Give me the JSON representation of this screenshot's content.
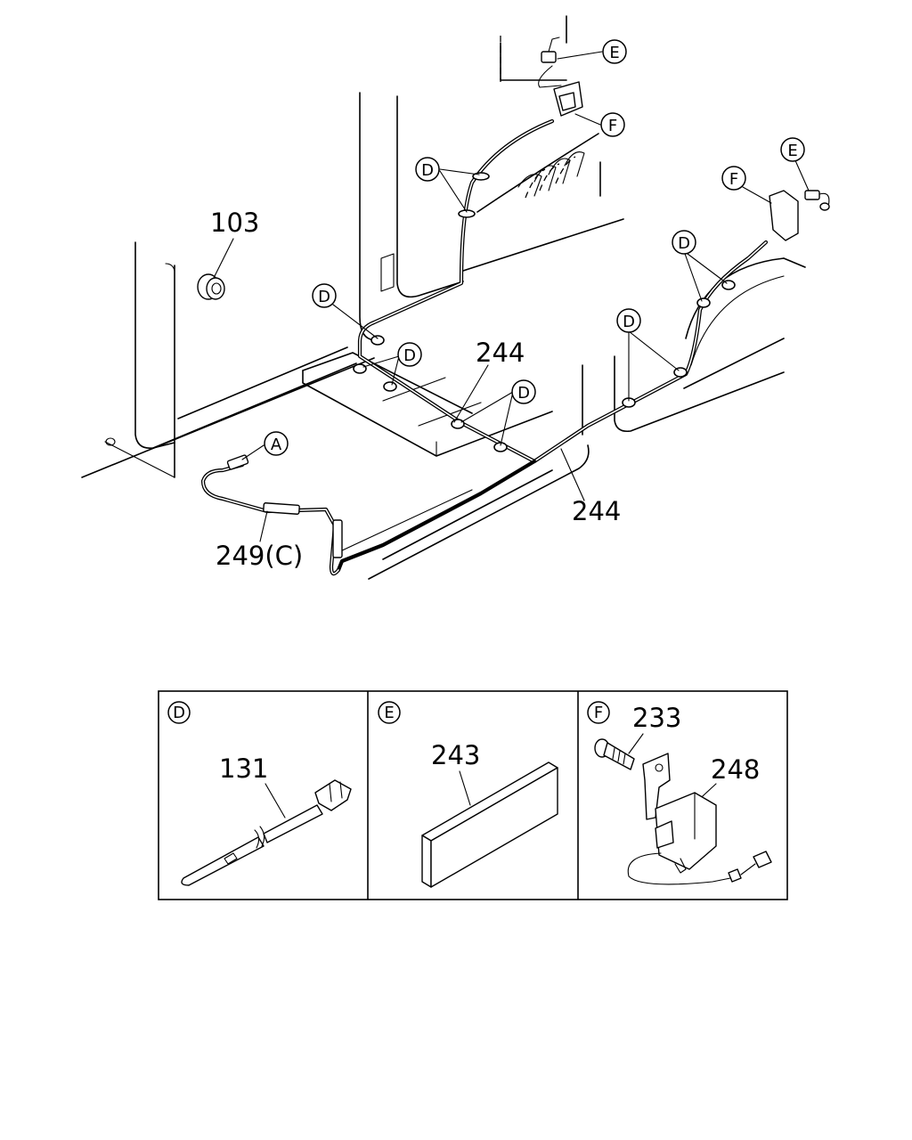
{
  "callouts": {
    "grommet": "103",
    "hose_upper": "244",
    "hose_lower": "244",
    "hose_front": "249(C)",
    "detail_d_part": "131",
    "detail_e_part": "243",
    "detail_f_bolt": "233",
    "detail_f_part": "248"
  },
  "letters": {
    "a": "A",
    "d": "D",
    "e": "E",
    "f": "F"
  }
}
